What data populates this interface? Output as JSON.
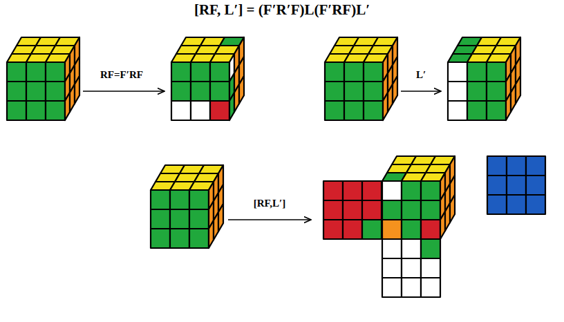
{
  "diagram": {
    "title": "[RF, L′] = (F′R′F)L(F′RF)L′",
    "labels": [
      "RF=F′RF",
      "L′",
      "[RF,L′]"
    ]
  }
}
